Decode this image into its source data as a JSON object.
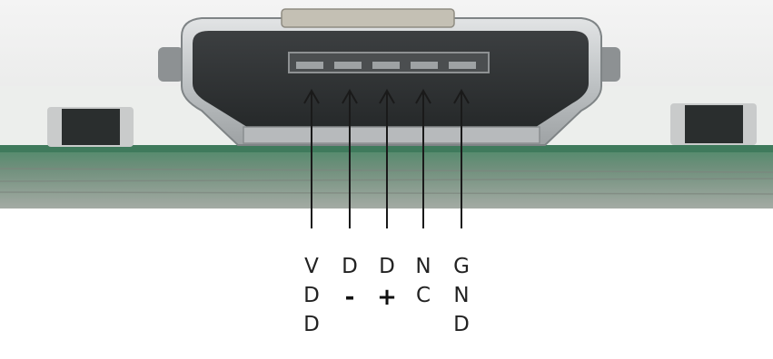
{
  "pins": [
    {
      "id": "vdd",
      "chars": [
        "V",
        "D",
        "D"
      ]
    },
    {
      "id": "d-minus",
      "chars": [
        "D",
        "-"
      ]
    },
    {
      "id": "d-plus",
      "chars": [
        "D",
        "+"
      ]
    },
    {
      "id": "nc",
      "chars": [
        "N",
        "C"
      ]
    },
    {
      "id": "gnd",
      "chars": [
        "G",
        "N",
        "D"
      ]
    }
  ],
  "colors": {
    "pcb_green": "#3f7a5c",
    "pcb_layer": "#8f978f",
    "connector_shell": "#c9ccce",
    "connector_cavity": "#2f3234",
    "smd_body": "#2a2e2e",
    "arrow": "#1a1a1a"
  }
}
